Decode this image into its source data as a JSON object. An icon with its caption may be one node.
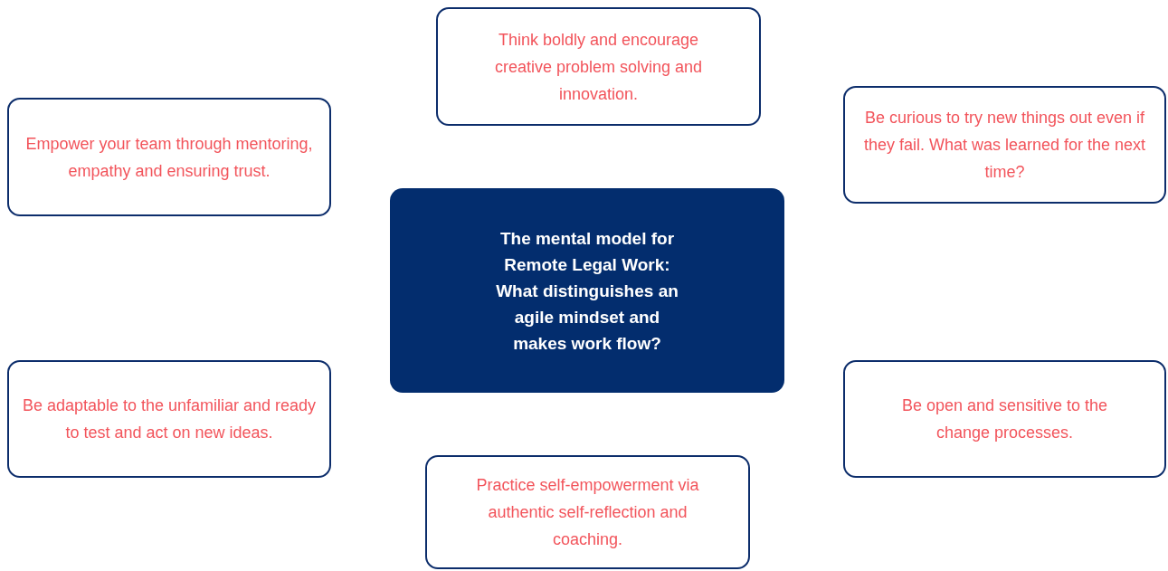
{
  "diagram": {
    "nodes": [
      {
        "text": [
          "Think boldly and encourage creative problem solving and innovation."
        ]
      },
      {
        "text": [
          "Empower your team through mentoring, empathy and ensuring trust."
        ]
      },
      {
        "text": [
          "Be curious to try new things out even if they fail. What was learned for the next time?"
        ]
      },
      {
        "text": [
          "The mental model for Remote Legal Work: What distinguishes an agile mindset and makes work flow?"
        ]
      },
      {
        "text": [
          "Be adaptable to the unfamiliar and ready to test and act on new ideas."
        ]
      },
      {
        "text": [
          "Be open and sensitive to the change processes."
        ]
      },
      {
        "text": [
          "Practice self-empowerment via authentic self-reflection and coaching."
        ]
      }
    ]
  }
}
